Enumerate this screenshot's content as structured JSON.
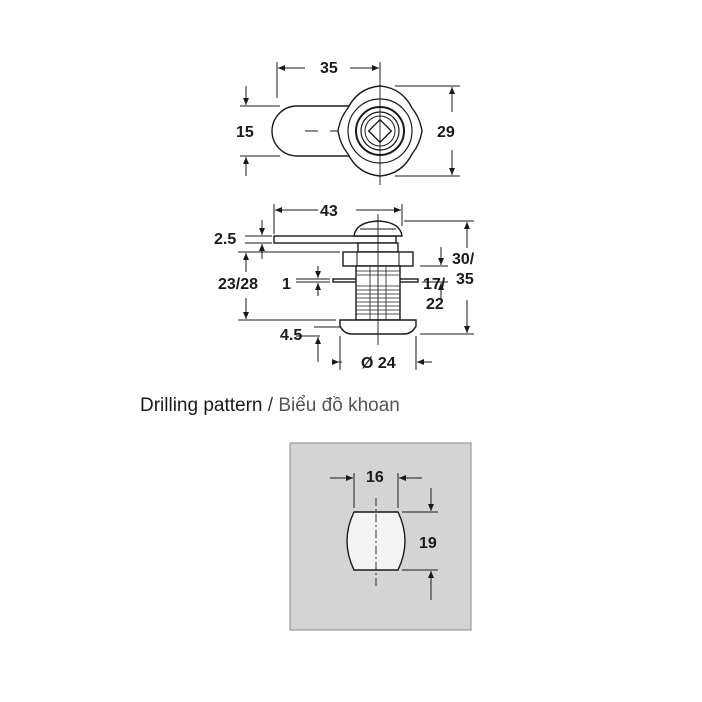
{
  "top_view": {
    "width": "35",
    "height_left": "15",
    "height_right": "29"
  },
  "side_view": {
    "length": "43",
    "cam_thickness": "2.5",
    "body_height": "30/",
    "body_height_2": "35",
    "thread_length": "23/28",
    "washer": "1",
    "panel_a": "17/",
    "panel_b": "22",
    "flange": "4.5",
    "diameter": "Ø 24"
  },
  "caption": {
    "en": "Drilling pattern",
    "separator": " / ",
    "vi": "Biểu đồ khoan"
  },
  "drilling": {
    "width": "16",
    "height": "19"
  },
  "colors": {
    "line": "#1a1a1a",
    "panel_fill": "#d4d4d4",
    "hole_fill": "#f4f4f4"
  }
}
